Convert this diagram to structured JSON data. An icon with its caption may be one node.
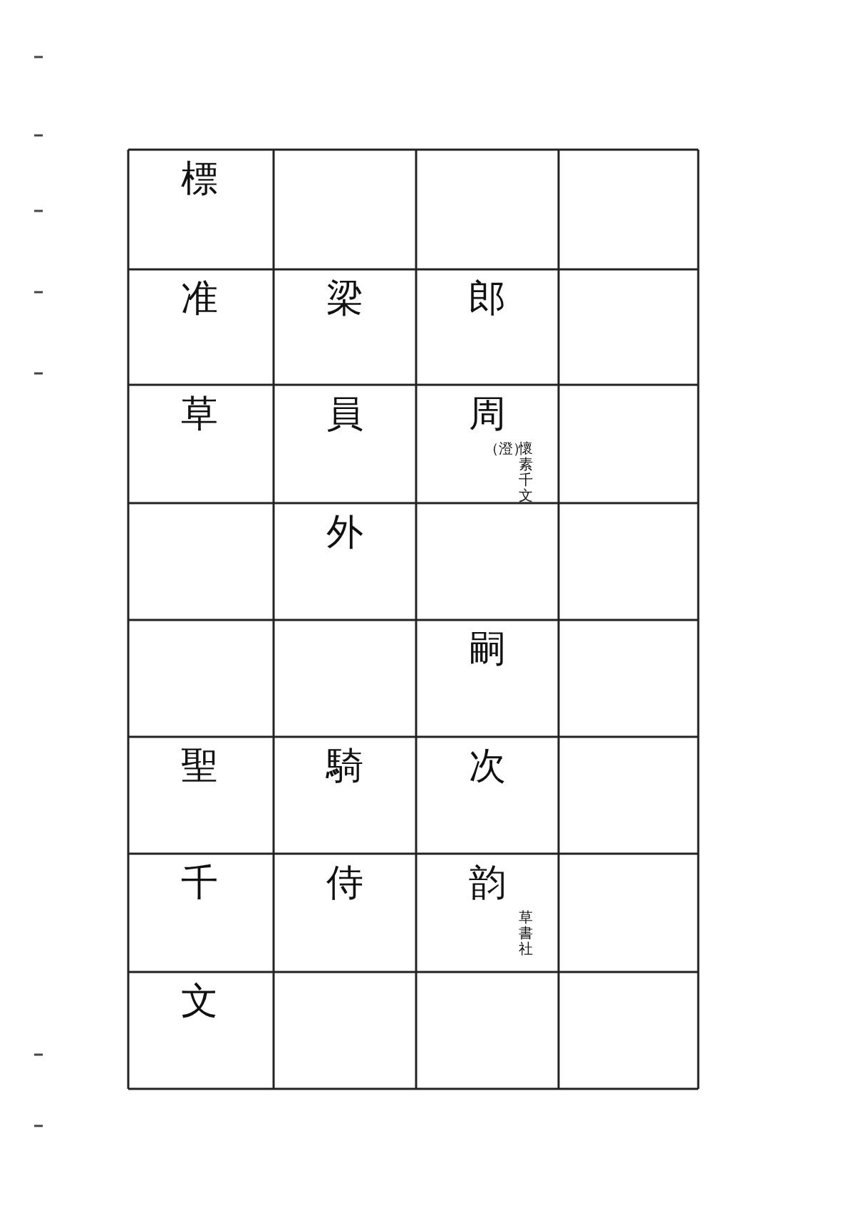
{
  "diagram": {
    "labels": [
      "標",
      "准",
      "梁",
      "郎",
      "草",
      "員",
      "周",
      "懷素千文",
      "（澄）",
      "外",
      "嗣",
      "聖",
      "騎",
      "次",
      "千",
      "侍",
      "韵",
      "草書社",
      "文"
    ]
  }
}
